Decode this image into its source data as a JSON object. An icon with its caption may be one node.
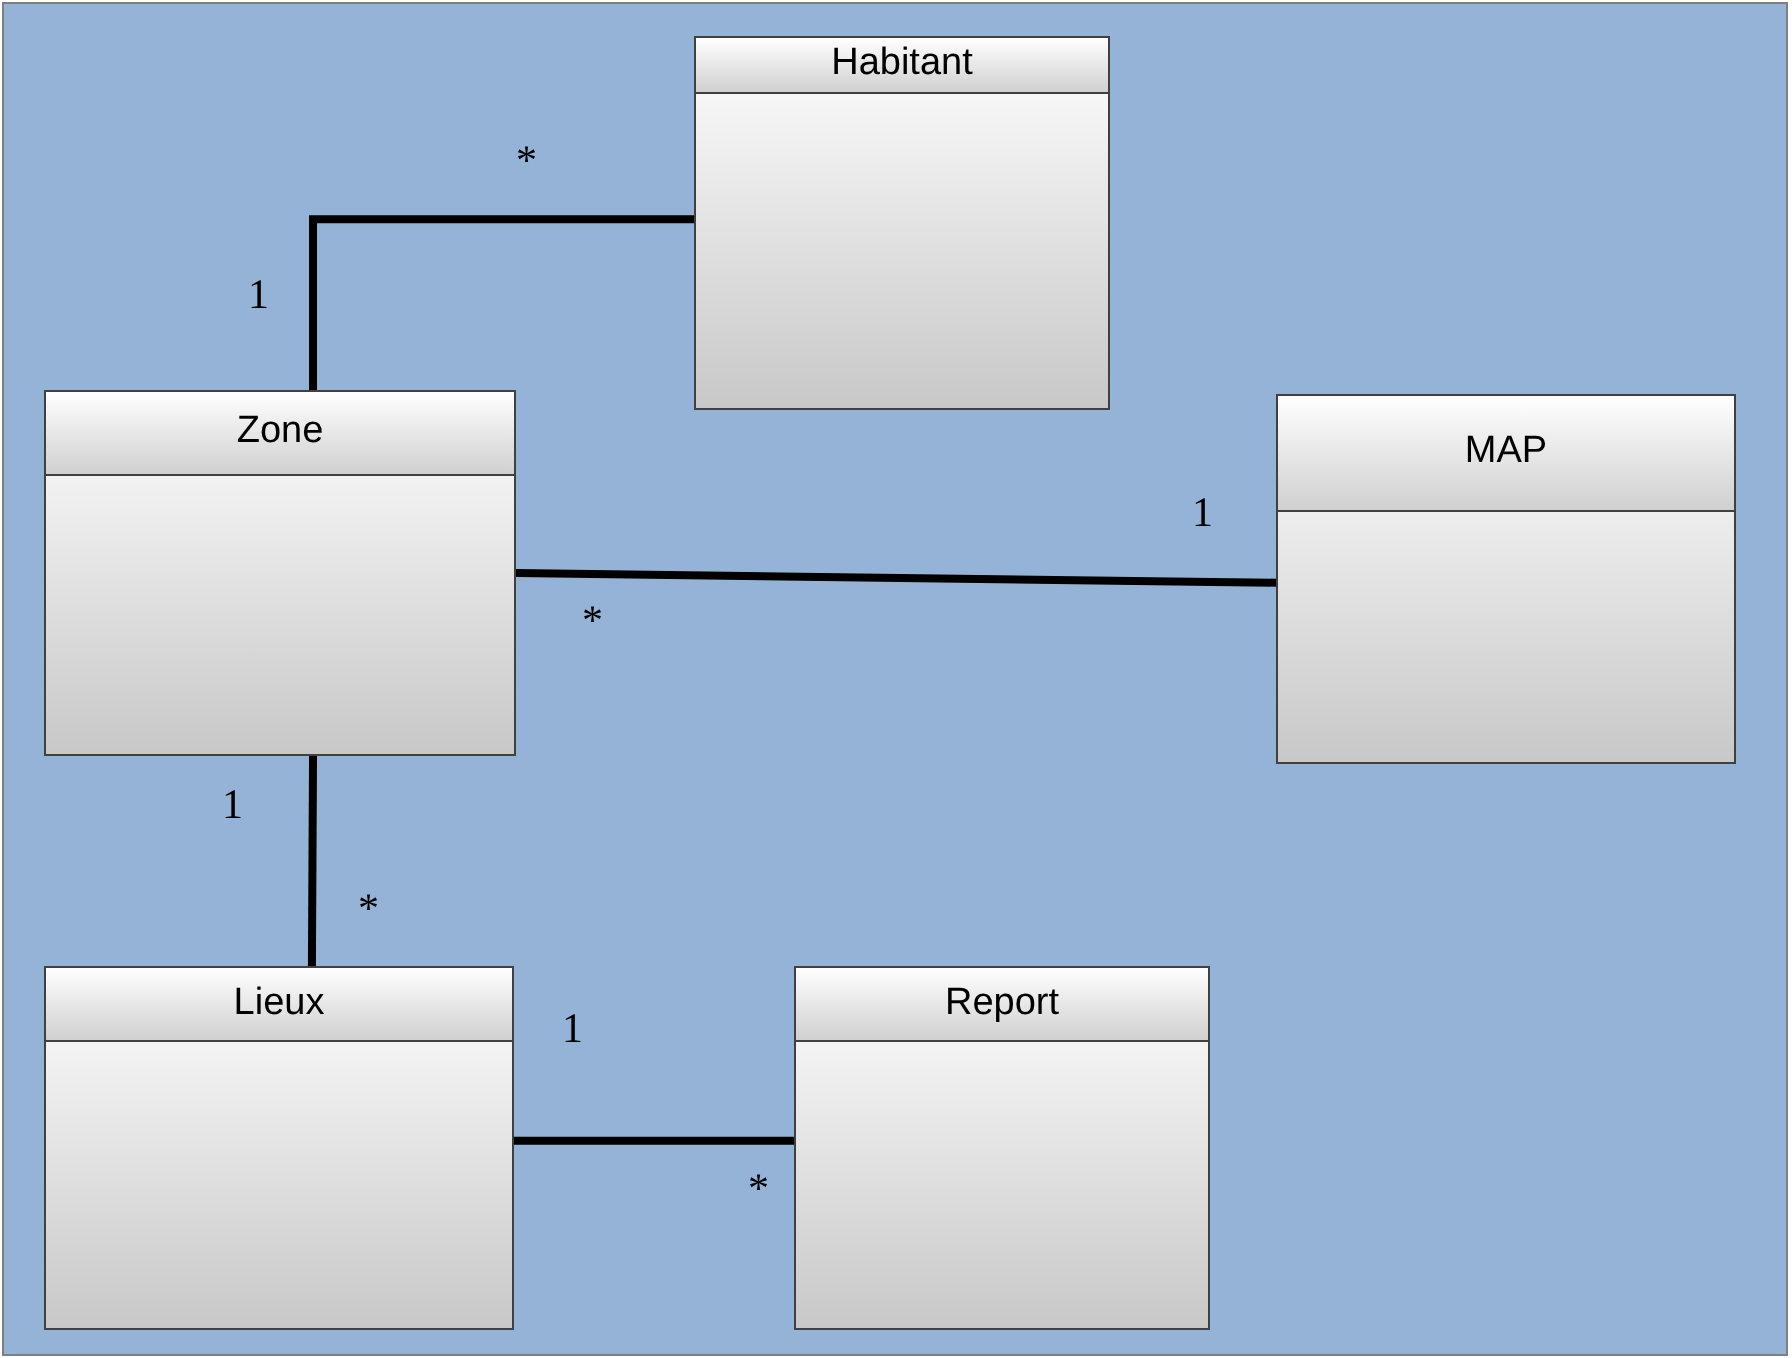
{
  "diagram": {
    "nodes": [
      {
        "text": [
          "Habitant"
        ]
      },
      {
        "text": [
          "Zone"
        ]
      },
      {
        "text": [
          "MAP"
        ]
      },
      {
        "text": [
          "Lieux"
        ]
      },
      {
        "text": [
          "Report"
        ]
      }
    ],
    "edges": [
      {
        "from": 1,
        "to": 0,
        "arrow": "none"
      },
      {
        "from": 1,
        "to": 2,
        "arrow": "none"
      },
      {
        "from": 1,
        "to": 3,
        "arrow": "none"
      },
      {
        "from": 3,
        "to": 4,
        "arrow": "none"
      }
    ],
    "labels": [
      "*",
      "1",
      "1",
      "*",
      "1",
      "*",
      "1",
      "*"
    ]
  }
}
